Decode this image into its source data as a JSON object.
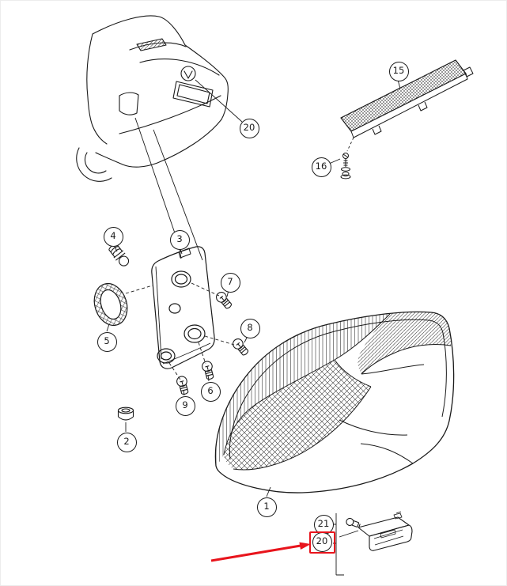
{
  "figure": {
    "type": "exploded-parts-diagram",
    "subject": "Vehicle rear lamps exploded parts diagram: tail light lens, bulb carrier with bulbs, high-mounted brake light, license plate light",
    "background_color": "#ffffff",
    "line_color": "#1a1a1a",
    "highlight_color": "#e8141c",
    "parts": [
      {
        "callout": "15",
        "component": "high-mount-brake-light",
        "highlighted": false
      },
      {
        "callout": "16",
        "component": "mounting-screw-grommet",
        "highlighted": false
      },
      {
        "callout": "20",
        "component": "license-plate-light-location-on-car",
        "highlighted": false
      },
      {
        "callout": "4",
        "component": "bulb-holder-socket",
        "highlighted": false
      },
      {
        "callout": "3",
        "component": "bulb-carrier-plate",
        "highlighted": false
      },
      {
        "callout": "7",
        "component": "bulb",
        "highlighted": false
      },
      {
        "callout": "8",
        "component": "bulb",
        "highlighted": false
      },
      {
        "callout": "5",
        "component": "gasket-seal",
        "highlighted": false
      },
      {
        "callout": "6",
        "component": "bulb",
        "highlighted": false
      },
      {
        "callout": "9",
        "component": "bulb",
        "highlighted": false
      },
      {
        "callout": "2",
        "component": "socket-cap",
        "highlighted": false
      },
      {
        "callout": "1",
        "component": "tail-light-lens",
        "highlighted": false
      },
      {
        "callout": "21",
        "component": "license-plate-light-bulb",
        "highlighted": false
      },
      {
        "callout": "20",
        "component": "license-plate-light-unit",
        "highlighted": true
      }
    ]
  }
}
